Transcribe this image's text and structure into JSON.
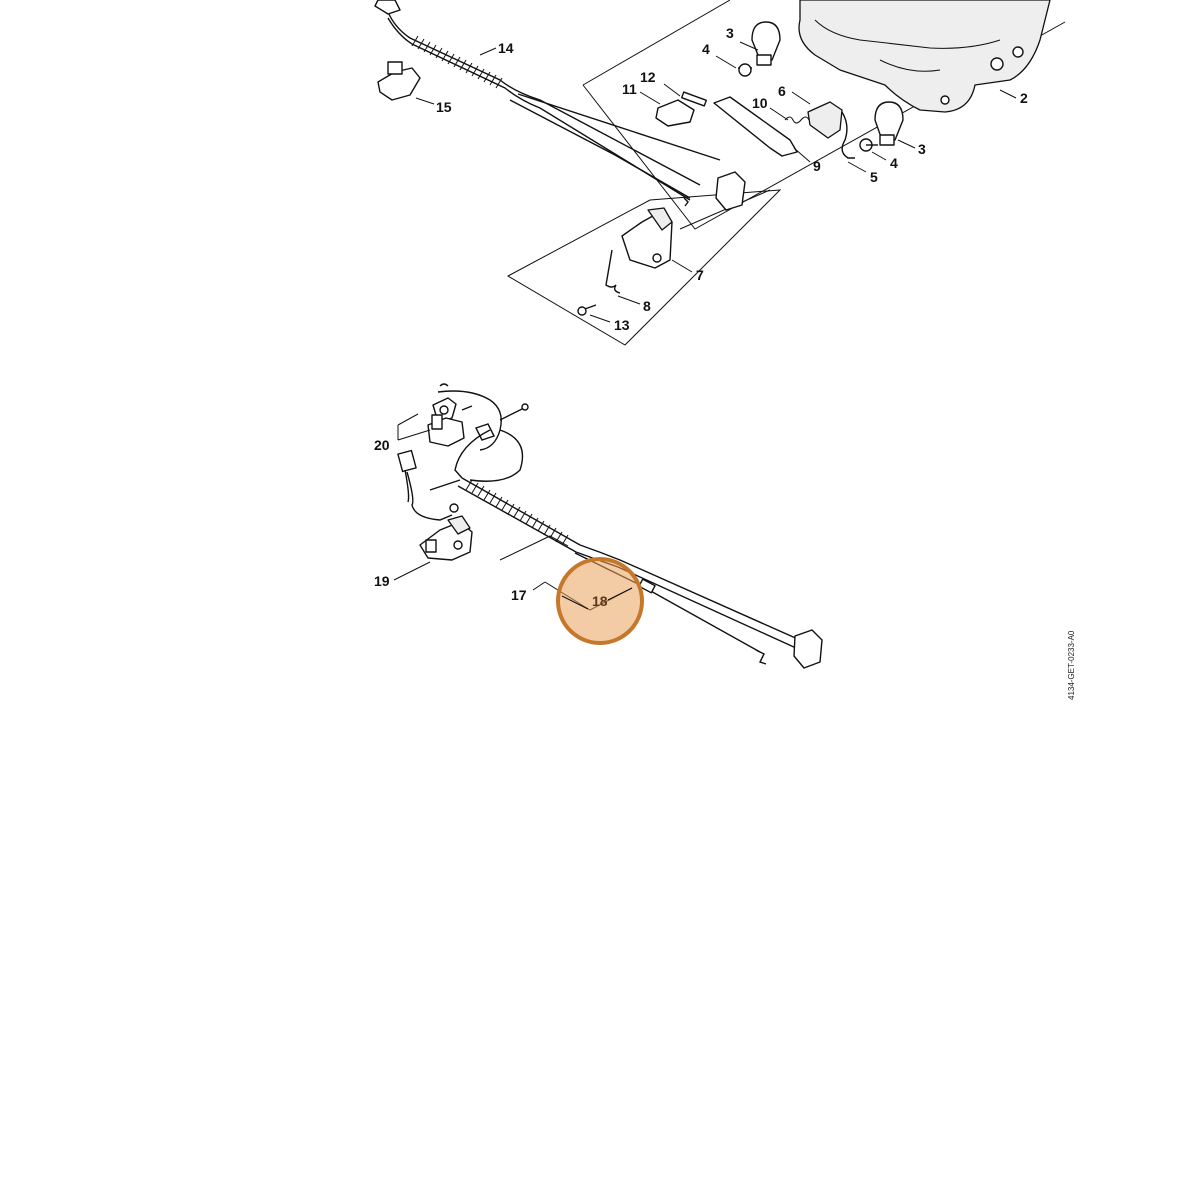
{
  "diagram": {
    "drawing_code": "4134-GET-0233-A0",
    "highlight": {
      "part": "18",
      "color": "#e9a05a",
      "ring_color": "#c5772a"
    },
    "callouts": {
      "p1": "2",
      "p2": "3",
      "p3": "3",
      "p4": "4",
      "p5": "4",
      "p6": "5",
      "p7": "6",
      "p8": "7",
      "p9": "8",
      "p10": "9",
      "p11": "10",
      "p12": "11",
      "p13": "12",
      "p14": "13",
      "p15": "14",
      "p16": "15",
      "p17": "17",
      "p18": "18",
      "p19": "19",
      "p20": "20"
    }
  }
}
